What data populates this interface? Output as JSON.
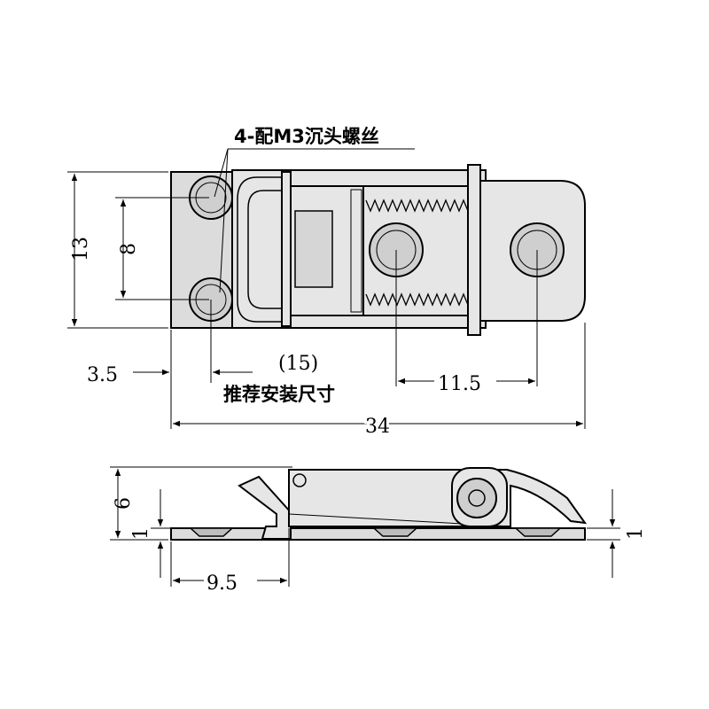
{
  "annotations": {
    "screw_note": "4-配M3沉头螺丝",
    "mount_ref": "(15)",
    "mount_note": "推荐安装尺寸"
  },
  "top_view_dims": {
    "height": "13",
    "hole_spacing": "8",
    "hole_offset": "3.5",
    "hole_span": "11.5",
    "overall_length": "34"
  },
  "side_view_dims": {
    "height": "6",
    "plate_left": "1",
    "plate_right": "1",
    "offset": "9.5"
  },
  "colors": {
    "line": "#000000",
    "fill": "#dcdcdc",
    "background": "#ffffff"
  }
}
